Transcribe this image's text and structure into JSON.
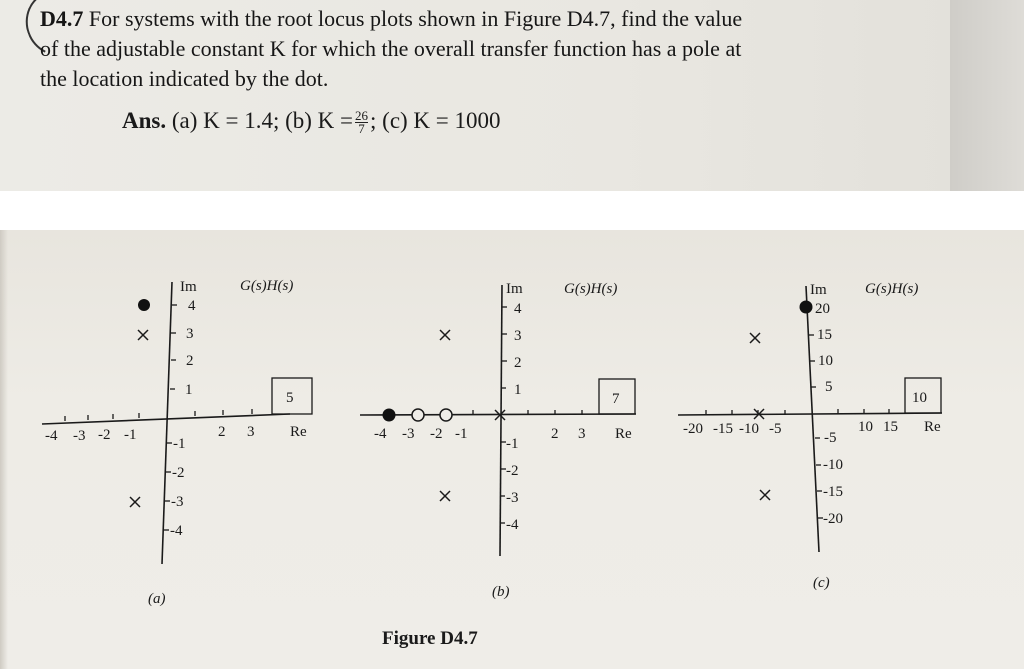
{
  "problem": {
    "number": "D4.7",
    "text_lines": [
      "For systems with the root locus plots shown in Figure D4.7, find the value",
      "of the adjustable constant K for which the overall transfer function has a pole at",
      "the location indicated by the dot."
    ],
    "answer_label": "Ans.",
    "answer_a": "(a) K = 1.4;",
    "answer_b_prefix": "(b) K =",
    "answer_b_num": "26",
    "answer_b_den": "7",
    "answer_b_suffix": ";",
    "answer_c": "(c) K = 1000"
  },
  "figure": {
    "caption": "Figure D4.7",
    "plots": [
      {
        "label": "(a)",
        "function_label": "G(s)H(s)",
        "axis_im_label": "Im",
        "axis_re_label": "Re",
        "box_value": "5",
        "re_ticks": [
          "-4",
          "-3",
          "-2",
          "-1",
          "2",
          "3"
        ],
        "im_ticks": [
          "4",
          "3",
          "2",
          "1",
          "-1",
          "-2",
          "-3",
          "-4"
        ],
        "poles": [
          {
            "re": -1,
            "im": 3
          },
          {
            "re": -1,
            "im": -3
          }
        ],
        "zeros": [],
        "dot": {
          "re": -1,
          "im": 4
        }
      },
      {
        "label": "(b)",
        "function_label": "G(s)H(s)",
        "axis_im_label": "Im",
        "axis_re_label": "Re",
        "box_value": "7",
        "re_ticks": [
          "-4",
          "-3",
          "-2",
          "-1",
          "2",
          "3"
        ],
        "im_ticks": [
          "4",
          "3",
          "2",
          "1",
          "-1",
          "-2",
          "-3",
          "-4"
        ],
        "poles": [
          {
            "re": 0,
            "im": 0
          },
          {
            "re": -2,
            "im": 3
          },
          {
            "re": -2,
            "im": -3
          }
        ],
        "zeros": [
          {
            "re": -3,
            "im": 0
          },
          {
            "re": -2,
            "im": 0
          }
        ],
        "dot": {
          "re": -4,
          "im": 0
        }
      },
      {
        "label": "(c)",
        "function_label": "G(s)H(s)",
        "axis_im_label": "Im",
        "axis_re_label": "Re",
        "box_value": "10",
        "re_ticks": [
          "-20",
          "-15",
          "-10",
          "-5",
          "10",
          "15"
        ],
        "im_ticks": [
          "20",
          "15",
          "10",
          "5",
          "-5",
          "-10",
          "-15",
          "-20"
        ],
        "poles": [
          {
            "re": -10,
            "im": 0
          },
          {
            "re": -10,
            "im": 15
          },
          {
            "re": -10,
            "im": -15
          }
        ],
        "zeros": [],
        "dot": {
          "re": 0,
          "im": 20
        }
      }
    ]
  }
}
